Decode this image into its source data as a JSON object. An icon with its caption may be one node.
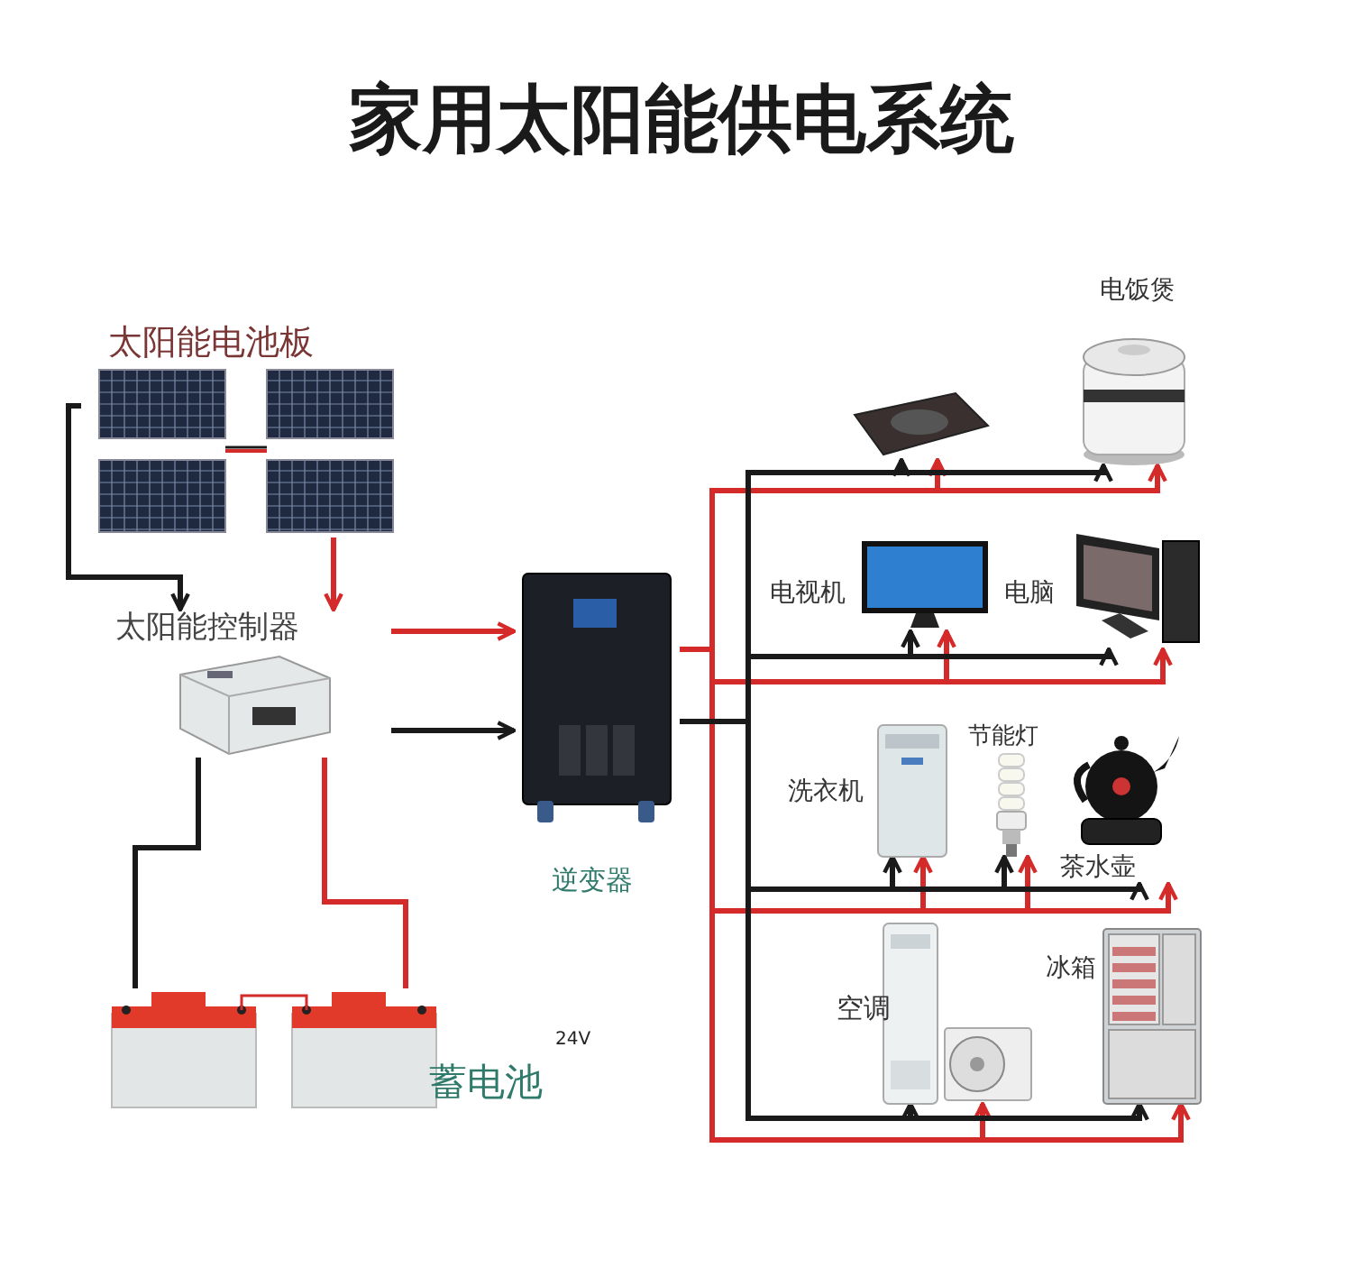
{
  "diagram": {
    "title": "家用太阳能供电系统",
    "nodes": [
      {
        "text": [
          "太阳能电池板"
        ]
      },
      {
        "text": [
          "太阳能控制器"
        ]
      },
      {
        "text": [
          "逆变器"
        ]
      },
      {
        "text": [
          "蓄电池"
        ],
        "beside": [
          "24V"
        ]
      },
      {
        "text": [],
        "shape": "picture"
      },
      {
        "text": [
          "电饭煲"
        ]
      },
      {
        "text": [
          "电视机"
        ]
      },
      {
        "text": [
          "电脑"
        ]
      },
      {
        "text": [
          "洗衣机"
        ]
      },
      {
        "text": [
          "节能灯"
        ]
      },
      {
        "text": [
          "茶水壶"
        ]
      },
      {
        "text": [
          "空调"
        ]
      },
      {
        "text": [
          "冰箱"
        ]
      }
    ],
    "edges": [
      {
        "from": 0,
        "to": 1,
        "arrow": "to"
      },
      {
        "from": 1,
        "to": 2,
        "arrow": "to"
      },
      {
        "from": 1,
        "to": 2,
        "arrow": "to",
        "color": "#1a1a1a"
      },
      {
        "from": 1,
        "to": 3,
        "arrow": "none"
      },
      {
        "from": 2,
        "to": 4,
        "arrow": "to"
      },
      {
        "from": 2,
        "to": 5,
        "arrow": "to"
      },
      {
        "from": 2,
        "to": 6,
        "arrow": "to"
      },
      {
        "from": 2,
        "to": 7,
        "arrow": "to"
      },
      {
        "from": 2,
        "to": 8,
        "arrow": "to"
      },
      {
        "from": 2,
        "to": 9,
        "arrow": "to"
      },
      {
        "from": 2,
        "to": 10,
        "arrow": "to"
      },
      {
        "from": 2,
        "to": 11,
        "arrow": "to"
      },
      {
        "from": 2,
        "to": 12,
        "arrow": "to"
      },
      {
        "from": 0,
        "to": 1,
        "arrow": "to",
        "color": "#1a1a1a"
      },
      {
        "from": 1,
        "to": 3,
        "arrow": "none",
        "color": "#1a1a1a"
      },
      {
        "from": 2,
        "to": 4,
        "arrow": "to",
        "color": "#1a1a1a"
      },
      {
        "from": 2,
        "to": 5,
        "arrow": "to",
        "color": "#1a1a1a"
      },
      {
        "from": 2,
        "to": 6,
        "arrow": "to",
        "color": "#1a1a1a"
      },
      {
        "from": 2,
        "to": 7,
        "arrow": "to",
        "color": "#1a1a1a"
      },
      {
        "from": 2,
        "to": 8,
        "arrow": "to",
        "color": "#1a1a1a"
      },
      {
        "from": 2,
        "to": 9,
        "arrow": "to",
        "color": "#1a1a1a"
      },
      {
        "from": 2,
        "to": 10,
        "arrow": "to",
        "color": "#1a1a1a"
      },
      {
        "from": 2,
        "to": 11,
        "arrow": "to",
        "color": "#1a1a1a"
      },
      {
        "from": 2,
        "to": 12,
        "arrow": "to",
        "color": "#1a1a1a"
      }
    ]
  }
}
